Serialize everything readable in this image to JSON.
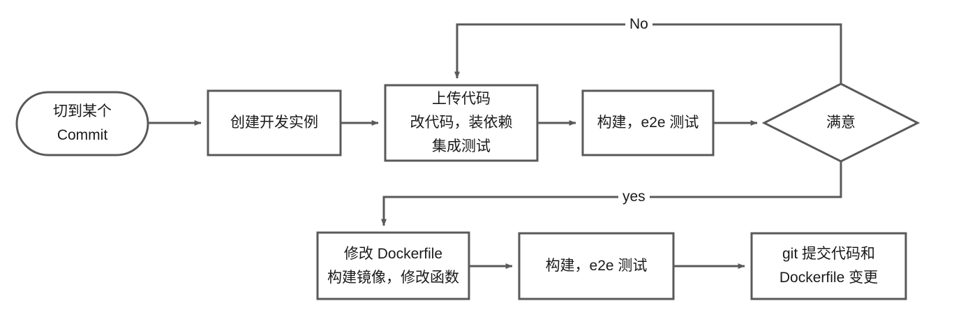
{
  "diagram": {
    "type": "flowchart",
    "title": "",
    "orientation": "left-to-right with feedback loop",
    "palette": {
      "background": "#ffffff",
      "shape_fill": "#ffffff",
      "shape_stroke": "#595959",
      "text": "#1a1a1a"
    },
    "nodes": [
      {
        "id": "start",
        "shape": "terminal",
        "lines": [
          "切到某个",
          "Commit"
        ]
      },
      {
        "id": "create-dev-instance",
        "shape": "process",
        "lines": [
          "创建开发实例"
        ]
      },
      {
        "id": "upload-code",
        "shape": "process",
        "lines": [
          "上传代码",
          "改代码，装依赖",
          "集成测试"
        ]
      },
      {
        "id": "build-e2e-test-1",
        "shape": "process",
        "lines": [
          "构建，e2e 测试"
        ]
      },
      {
        "id": "satisfied-decision",
        "shape": "decision",
        "lines": [
          "满意"
        ]
      },
      {
        "id": "modify-dockerfile",
        "shape": "process",
        "lines": [
          "修改 Dockerfile",
          "构建镜像，修改函数"
        ]
      },
      {
        "id": "build-e2e-test-2",
        "shape": "process",
        "lines": [
          "构建，e2e 测试"
        ]
      },
      {
        "id": "git-commit",
        "shape": "process",
        "lines": [
          "git 提交代码和",
          "Dockerfile 变更"
        ]
      }
    ],
    "edge_labels": {
      "no": "No",
      "yes": "yes"
    },
    "edges": [
      {
        "from": "start",
        "to": "create-dev-instance",
        "label": ""
      },
      {
        "from": "create-dev-instance",
        "to": "upload-code",
        "label": ""
      },
      {
        "from": "upload-code",
        "to": "build-e2e-test-1",
        "label": ""
      },
      {
        "from": "build-e2e-test-1",
        "to": "satisfied-decision",
        "label": ""
      },
      {
        "from": "satisfied-decision",
        "to": "upload-code",
        "label": "No"
      },
      {
        "from": "satisfied-decision",
        "to": "modify-dockerfile",
        "label": "yes"
      },
      {
        "from": "modify-dockerfile",
        "to": "build-e2e-test-2",
        "label": ""
      },
      {
        "from": "build-e2e-test-2",
        "to": "git-commit",
        "label": ""
      }
    ]
  }
}
